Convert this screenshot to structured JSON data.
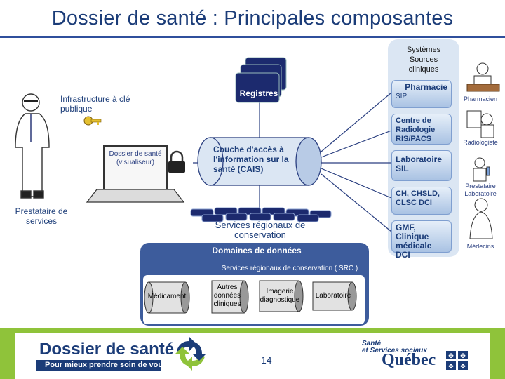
{
  "title": "Dossier de santé : Principales composantes",
  "systems_sources": "Systèmes Sources cliniques",
  "infrastructure": "Infrastructure à clé publique",
  "registres": "Registres",
  "pharmacie": "Pharmacie",
  "sip": "SIP",
  "pharmacien": "Pharmacien",
  "radiologie": "Centre de Radiologie RIS/PACS",
  "radiologiste": "Radiologiste",
  "laboratoire": "Laboratoire SIL",
  "prestataire_labo": "Prestataire Laboratoire",
  "chsld": "CH, CHSLD, CLSC DCI",
  "gmf": "GMF, Clinique médicale DCI",
  "medecins": "Médecins",
  "visualiseur": "Dossier de santé (visualiseur)",
  "prestataire_services": "Prestataire de services",
  "cais": "Couche d'accès à l'information sur la santé (CAIS)",
  "services_regionaux": "Services régionaux de conservation",
  "domaines": "Domaines de données",
  "src": "Services régionaux de conservation ( SRC )",
  "medicament": "Médicament",
  "autres": "Autres données cliniques",
  "imagerie": "Imagerie diagnostique",
  "laboratoire_db": "Laboratoire",
  "footer_brand_title": "Dossier de santé",
  "footer_brand_tagline": "Pour mieux prendre soin de vous",
  "page_number": "14",
  "ministry_line1": "Santé",
  "ministry_line2": "et Services sociaux",
  "quebec": "Québec",
  "colors": {
    "title": "#1b3c78",
    "green_bar": "#8fc33a",
    "panel": "#dbe6f3",
    "domain_box": "#3d5c9c"
  }
}
